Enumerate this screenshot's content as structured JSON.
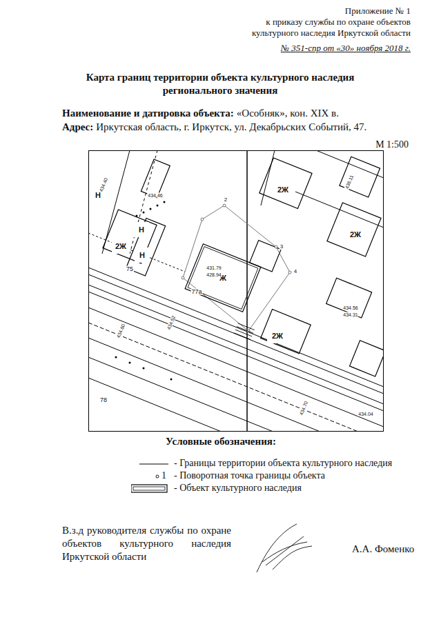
{
  "diagram": {
    "title": "Карта границ территории объекта культурного наследия регионального значения",
    "nodes": [
      {
        "text": [
          "Н"
        ]
      },
      {
        "text": [
          "Н"
        ]
      },
      {
        "text": [
          "2Ж"
        ]
      },
      {
        "text": [
          "Н"
        ]
      },
      {
        "text": [
          "Ж"
        ]
      },
      {
        "text": [
          "2Ж"
        ]
      },
      {
        "text": [
          "2Ж"
        ]
      },
      {
        "text": [
          "2Ж"
        ]
      }
    ],
    "edges": [],
    "labels": [
      "Приложение № 1",
      "к приказу службы по охране объектов",
      "культурного наследия Иркутской области",
      "№ 351-спр от «30» ноября 2018 г.",
      "Наименование и датировка объекта:",
      "«Особняк», кон. XIX в.",
      "Адрес:",
      "Иркутская область, г. Иркутск, ул. Декабрьских Событий, 47.",
      "М 1:500",
      "Условные обозначения:",
      "1",
      "В.з.д руководителя службы по охране объектов культурного наследия Иркутской области",
      "А.А. Фоменко",
      "75",
      "77а",
      "78",
      "2",
      "3",
      "4",
      "434.40",
      "434.46",
      "431.79",
      "428.94",
      "436.11",
      "434.56",
      "434.31",
      "434.70",
      "434.04",
      "434.60",
      "434.52"
    ],
    "legend": [
      {
        "text": "- Границы территории объекта культурного наследия"
      },
      {
        "text": "- Поворотная точка границы объекта"
      },
      {
        "text": "- Объект культурного наследия"
      }
    ]
  }
}
